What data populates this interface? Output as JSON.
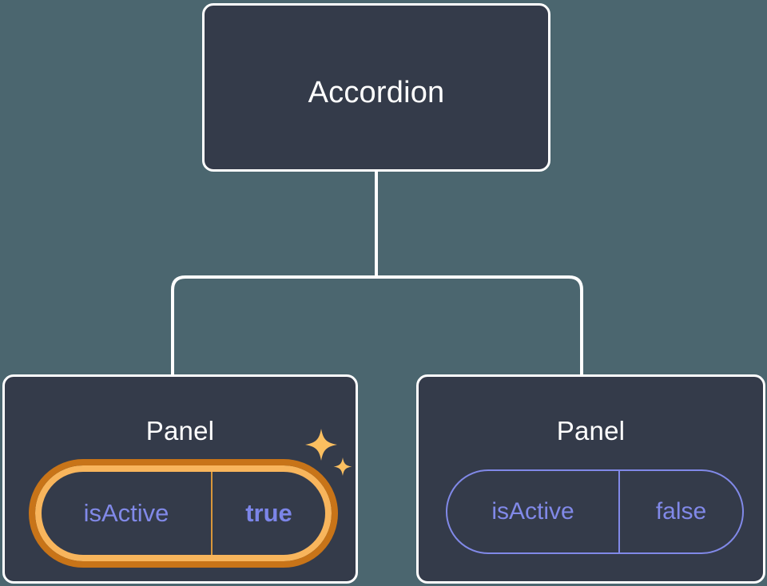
{
  "canvas": {
    "background_color": "#4b666f",
    "card_fill_color": "#343b4a",
    "card_border_color": "#ffffff",
    "connector_color": "#ffffff",
    "prop_text_color": "#8189e8",
    "prop_value_active_color": "#7c85e8",
    "highlight_ring_inner_color": "#f8b55c",
    "highlight_ring_outer_color": "#c87418",
    "sparkle_color": "#fbbf60"
  },
  "tree": {
    "root": {
      "title": "Accordion"
    },
    "children": [
      {
        "title": "Panel",
        "highlighted": true,
        "prop": {
          "key": "isActive",
          "value": "true"
        },
        "decoration": "sparkles-icon"
      },
      {
        "title": "Panel",
        "highlighted": false,
        "prop": {
          "key": "isActive",
          "value": "false"
        }
      }
    ]
  }
}
